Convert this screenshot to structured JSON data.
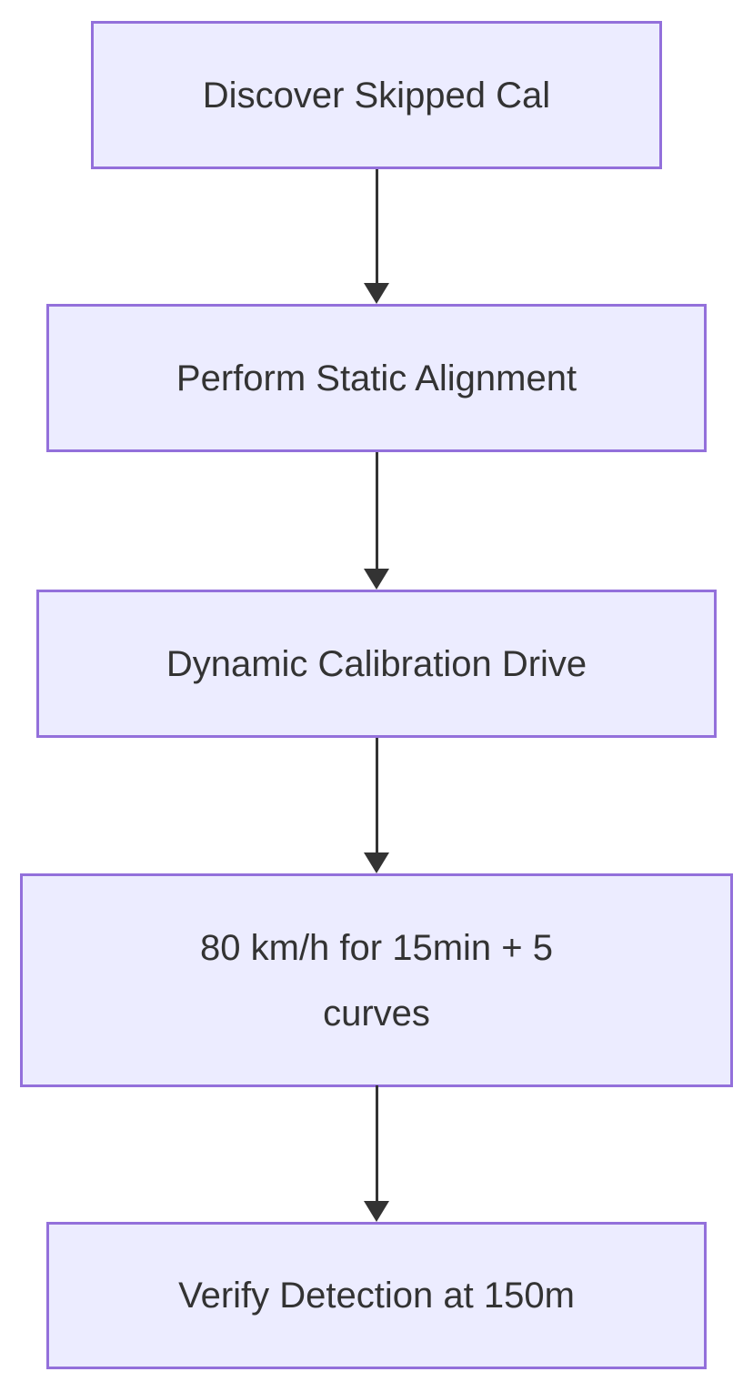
{
  "diagram": {
    "type": "flowchart",
    "direction": "top-down",
    "nodes": [
      {
        "id": "A",
        "label": "Discover Skipped Cal"
      },
      {
        "id": "B",
        "label": "Perform Static Alignment"
      },
      {
        "id": "C",
        "label": "Dynamic Calibration Drive"
      },
      {
        "id": "D",
        "label": "80 km/h for 15min + 5\ncurves"
      },
      {
        "id": "E",
        "label": "Verify Detection at 150m"
      }
    ],
    "edges": [
      {
        "from": "A",
        "to": "B",
        "label": ""
      },
      {
        "from": "B",
        "to": "C",
        "label": ""
      },
      {
        "from": "C",
        "to": "D",
        "label": ""
      },
      {
        "from": "D",
        "to": "E",
        "label": ""
      }
    ],
    "theme": {
      "node_fill": "#ECECFF",
      "node_border": "#9370DB",
      "label_color": "#333333",
      "edge_color": "#333333",
      "background": "#ffffff"
    }
  }
}
